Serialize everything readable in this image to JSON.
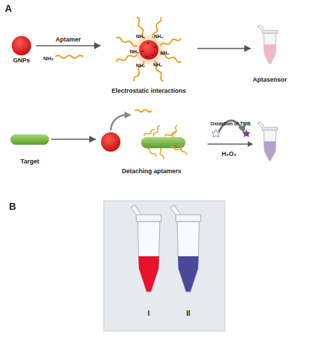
{
  "diagram": {
    "nodes": [
      {
        "text": [
          "GNPs"
        ]
      },
      {
        "text": [
          "Electrostatic interactions"
        ]
      },
      {
        "text": [
          "Aptasensor"
        ]
      },
      {
        "text": [
          "Target"
        ]
      },
      {
        "text": [
          "Detaching aptamers"
        ]
      }
    ],
    "edges": [
      {
        "from": 0,
        "to": 1,
        "label": "Aptamer",
        "arrow": "to"
      },
      {
        "from": 1,
        "to": 2,
        "arrow": "to"
      },
      {
        "from": 3,
        "to": 4,
        "arrow": "to"
      }
    ],
    "labels": [
      "A",
      "NH₂",
      "NH₂",
      "NH₂",
      "NH₂",
      "NH₂",
      "NH₂",
      "NH₂",
      "Oxidation of TMB",
      "H₂O₂",
      "B",
      "I",
      "II"
    ]
  }
}
